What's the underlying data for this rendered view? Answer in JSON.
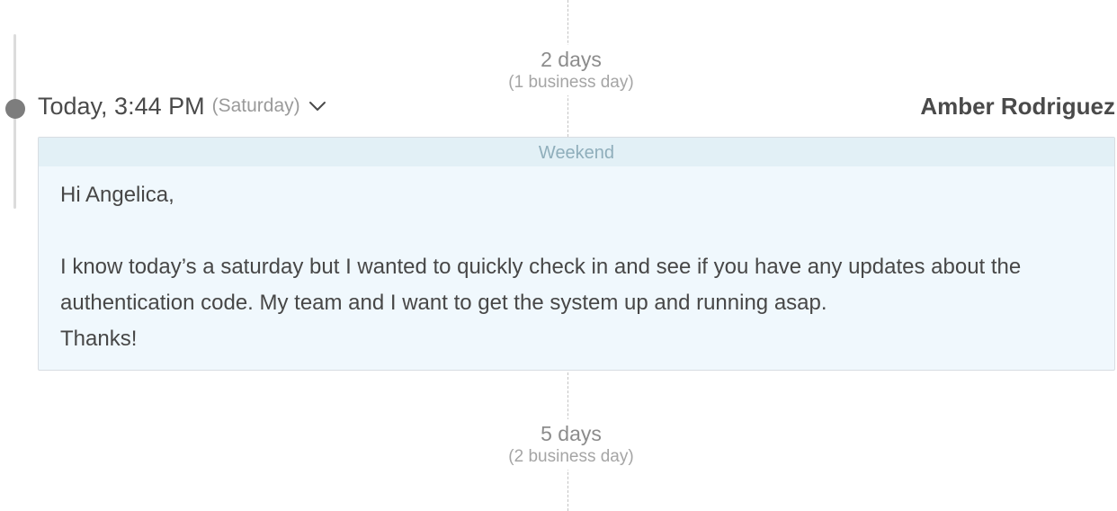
{
  "gap_before": {
    "days": "2 days",
    "business": "(1 business day)"
  },
  "gap_after": {
    "days": "5 days",
    "business": "(2 business day)"
  },
  "message": {
    "timestamp": "Today, 3:44 PM",
    "weekday": "(Saturday)",
    "sender": "Amber Rodriguez",
    "banner": "Weekend",
    "greeting": "Hi Angelica,",
    "body": "I know today’s a saturday but I wanted to quickly check in and see if you have any updates about the authentication code. My team and I want to get the system up and running asap.",
    "signoff": "Thanks!"
  },
  "icons": {
    "expand": "chevron-down-icon",
    "thread_marker": "timeline-dot-icon"
  },
  "colors": {
    "card_background": "#f0f8fd",
    "banner_background": "#e2f0f6",
    "banner_text": "#8faebb",
    "timeline_dot": "#7d7d7d"
  }
}
